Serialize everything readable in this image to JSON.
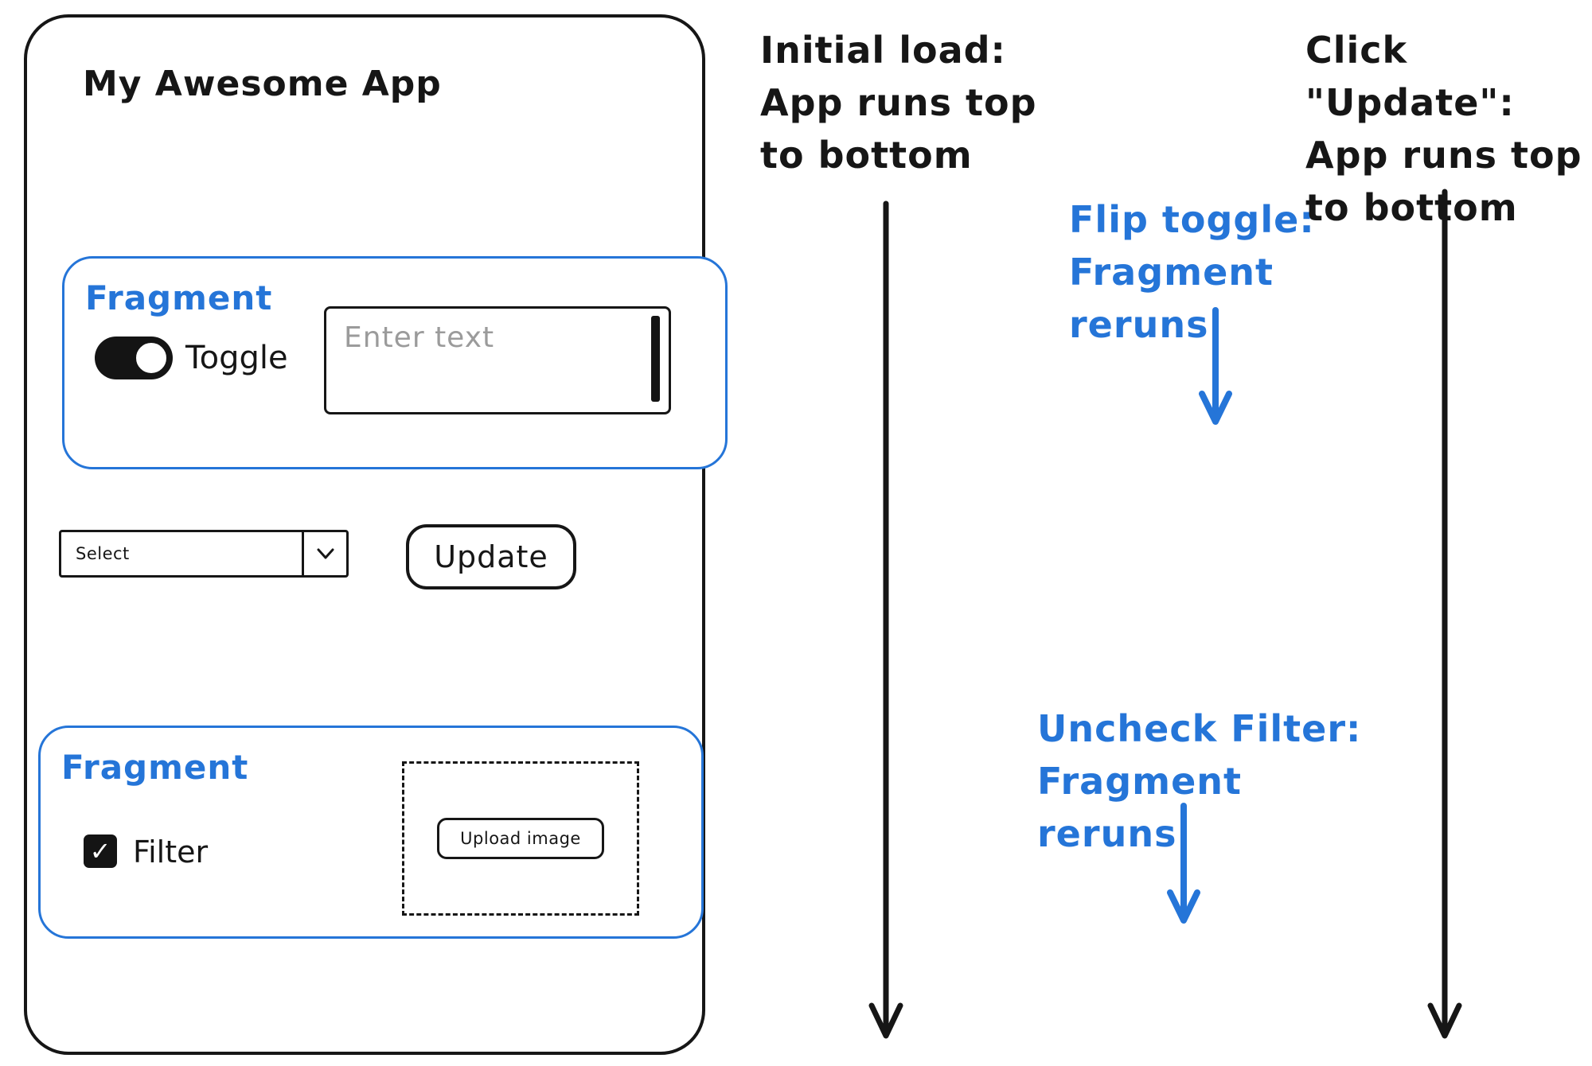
{
  "colors": {
    "blue": "#2575d8",
    "ink": "#161616",
    "placeholder_gray": "#9b9b9b"
  },
  "app": {
    "title": "My Awesome App",
    "fragment1": {
      "label": "Fragment",
      "toggle_label": "Toggle",
      "toggle_state": "on",
      "input_placeholder": "Enter text"
    },
    "controls": {
      "select_label": "Select",
      "update_label": "Update"
    },
    "fragment2": {
      "label": "Fragment",
      "checkbox_label": "Filter",
      "checkbox_state": "checked",
      "check_glyph": "✓",
      "upload_label": "Upload image"
    }
  },
  "annotations": {
    "initial_load": "Initial load:\nApp runs top\nto bottom",
    "flip_toggle": "Flip toggle:\nFragment reruns",
    "uncheck_filter": "Uncheck Filter:\nFragment reruns",
    "click_update": "Click \"Update\":\nApp runs top\nto bottom"
  }
}
